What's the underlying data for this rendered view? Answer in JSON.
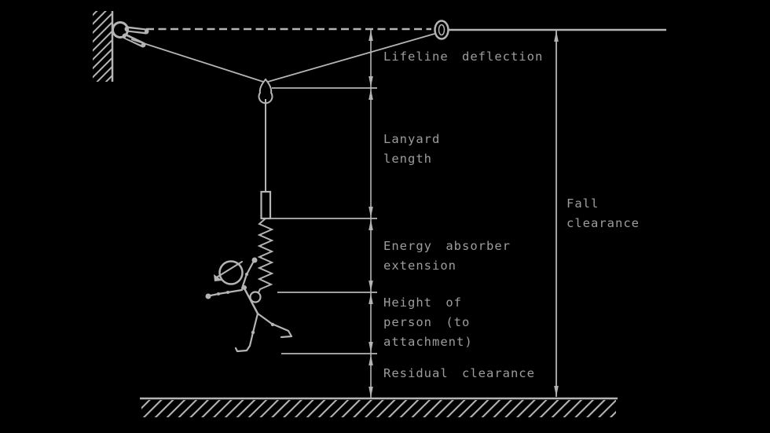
{
  "diagram": {
    "type": "fall-clearance-safety-diagram",
    "colors": {
      "background": "#000000",
      "line": "#b4b4b4",
      "text": "#9d9d9d"
    },
    "labels": {
      "lifeline_deflection": "Lifeline deflection",
      "lanyard_length": "Lanyard\nlength",
      "energy_absorber_extension": "Energy absorber\nextension",
      "height_of_person": "Height of\nperson (to\nattachment)",
      "residual_clearance": "Residual clearance",
      "fall_clearance": "Fall\nclearance"
    }
  }
}
